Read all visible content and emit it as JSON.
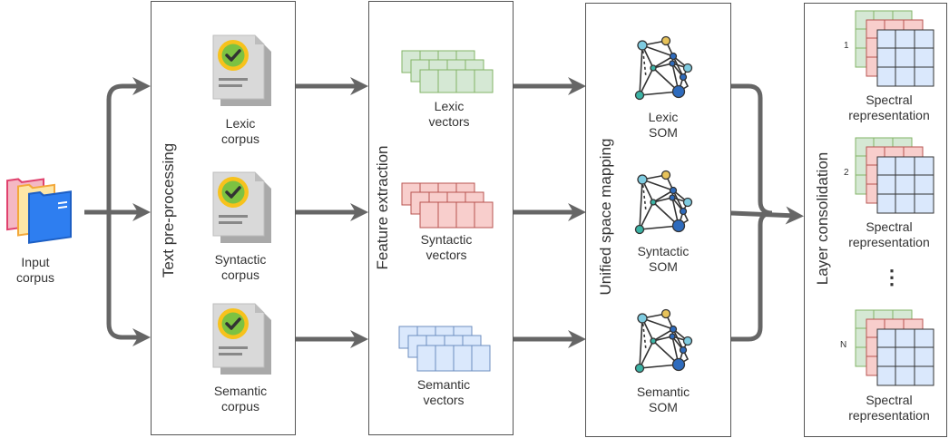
{
  "input": {
    "line1": "Input",
    "line2": "corpus"
  },
  "stages": {
    "preprocessing": {
      "title": "Text pre-processing"
    },
    "feature": {
      "title": "Feature extraction"
    },
    "mapping": {
      "title": "Unified space mapping"
    },
    "consolidation": {
      "title": "Layer consolidation"
    }
  },
  "corpora": [
    {
      "line1": "Lexic",
      "line2": "corpus"
    },
    {
      "line1": "Syntactic",
      "line2": "corpus"
    },
    {
      "line1": "Semantic",
      "line2": "corpus"
    }
  ],
  "vectors": [
    {
      "line1": "Lexic",
      "line2": "vectors"
    },
    {
      "line1": "Syntactic",
      "line2": "vectors"
    },
    {
      "line1": "Semantic",
      "line2": "vectors"
    }
  ],
  "soms": [
    {
      "line1": "Lexic",
      "line2": "SOM"
    },
    {
      "line1": "Syntactic",
      "line2": "SOM"
    },
    {
      "line1": "Semantic",
      "line2": "SOM"
    }
  ],
  "spectral": [
    {
      "index": "1",
      "line1": "Spectral",
      "line2": "representation"
    },
    {
      "index": "2",
      "line1": "Spectral",
      "line2": "representation"
    },
    {
      "index": "N",
      "line1": "Spectral",
      "line2": "representation"
    }
  ],
  "ellipsis": "⋮",
  "colors": {
    "arrow": "#666666",
    "box_border": "#555555",
    "lexic_fill": "#d5e8d4",
    "lexic_stroke": "#82b366",
    "syntactic_fill": "#f8cecc",
    "syntactic_stroke": "#b85450",
    "semantic_fill": "#dae8fc",
    "semantic_stroke": "#6c8ebf",
    "check": "#7cc242",
    "badge": "#f7c21c",
    "node_light": "#7ecbe0",
    "node_dark": "#2e6bbd",
    "node_teal": "#3bb3a5",
    "node_gold": "#e8c35a"
  },
  "icons": [
    "folders-icon",
    "document-check-icon",
    "vector-stack-icon",
    "som-network-icon",
    "matrix-stack-icon"
  ]
}
